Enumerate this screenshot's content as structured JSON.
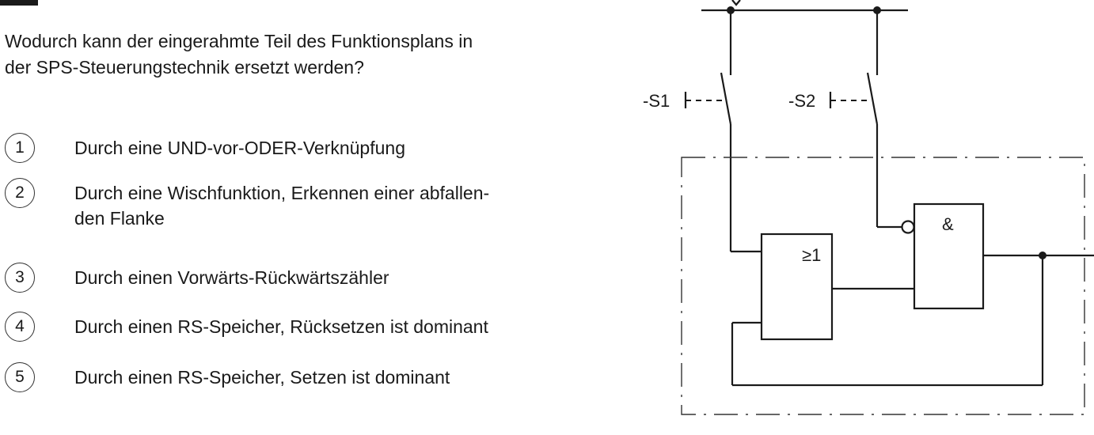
{
  "question": {
    "line1": "Wodurch kann der eingerahmte Teil des Funktionsplans in",
    "line2": "der SPS-Steuerungstechnik ersetzt werden?"
  },
  "options": [
    {
      "number": "1",
      "lines": [
        "Durch eine UND-vor-ODER-Verknüpfung"
      ]
    },
    {
      "number": "2",
      "lines": [
        "Durch eine Wischfunktion, Erkennen einer abfallen-",
        "den Flanke"
      ]
    },
    {
      "number": "3",
      "lines": [
        "Durch einen Vorwärts-Rückwärtszähler"
      ]
    },
    {
      "number": "4",
      "lines": [
        "Durch einen RS-Speicher, Rücksetzen ist dominant"
      ]
    },
    {
      "number": "5",
      "lines": [
        "Durch einen RS-Speicher, Setzen ist dominant"
      ]
    }
  ],
  "diagram": {
    "switch1_label": "-S1",
    "switch2_label": "-S2",
    "or_gate_label": "≥1",
    "and_gate_label": "&"
  }
}
